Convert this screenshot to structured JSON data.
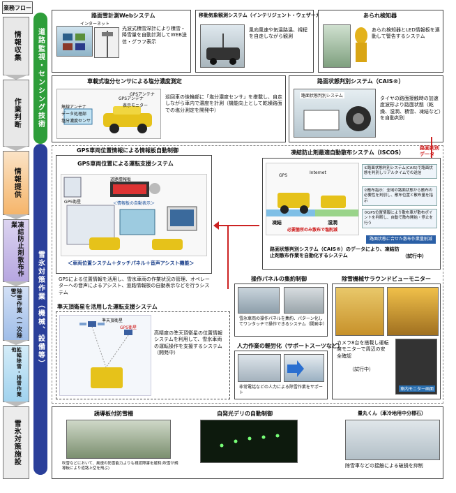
{
  "flow_header": "業務フロー",
  "stages": [
    "情報収集",
    "作業判断",
    "情報提供",
    "凍結防止剤散布作業",
    "除雪作業（一次除雪）",
    "拡幅除雪・排雪作業他",
    "雪氷対策施設"
  ],
  "bars": {
    "sensing": "道路監視・センシング技術",
    "work": "雪氷対策作業（機械、設備等）"
  },
  "road_web": {
    "title": "路面雪計測Webシステム",
    "text": "光波式積雪深計により積雪・降雪量を自動計測してWEB送信・グラフ表示",
    "label": "インターネット"
  },
  "weather_car": {
    "title": "移動気象観測システム（インテリジェント・ウェザーカー）",
    "text": "風向風速や気温路温、視程を自走しながら観測"
  },
  "hail": {
    "title": "あられ検知器",
    "text": "あられ検知器とLED情報板を連動して警告するシステム"
  },
  "salt": {
    "title": "車載式塩分センサによる塩分濃度測定",
    "text": "巡回車の後輪部に「塩分濃度センサ」を搭載し、自走しながら車内で濃度を計測（機能向上として乾燥路面での塩分測定を開発中）",
    "labels": [
      "無線アンテナ",
      "GPSアンテナ",
      "データ処理部",
      "塩分濃度センサ",
      "GPSアンテナ",
      "表示モニター"
    ]
  },
  "caisys": {
    "title": "路面状態判別システム（CAIS®）",
    "text": "タイヤの路面接触時の加速度波形より路面状態（乾燥、湿潤、積雪、凍結など）を自動判別",
    "panel_label": "路面状態判別システム"
  },
  "gps_outer_title": "GPS車両位置情報による情報板自動制御",
  "gps": {
    "title": "GPS車両位置による運転支援システム",
    "board_label": "道路情報板",
    "auto_display": "＜情報板の自動表示＞",
    "gps_label": "GPS衛星",
    "caption": "＜車両位置システム＋タッチパネル＋音声アシスト機能＞",
    "text": "GPSによる位置情報を活用し、雪氷車両の作業状況の管理、オペレーターへの音声によるアシスト、道路情報板の自動表示などを行うシステム"
  },
  "road_judge_label": "路面判別データ",
  "iscos": {
    "title": "凍結防止剤最適自動散布システム（ISCOS）",
    "gps": "GPS",
    "internet": "Internet",
    "frozen": "凍結",
    "wet": "湿潤",
    "note": "必要箇所のみ散布で塩削減",
    "steps": [
      "①路面状態判別システム(CAIS)で路面状態を判別しリアルタイムでの送信",
      "②散布指示：全域の路面状態から散布の必要性を判別し、散布位置と散布量を指示",
      "③GPS位置情報により散布車が散布ポイントを判断し、自動で散布開始・停止を行う"
    ],
    "saving": "路面状態に合せた散布作業量削減",
    "text": "路面状態判別システム（CAIS®）のデータにより、凍結防止剤散布作業を自動化するシステム",
    "trial": "（試行中）"
  },
  "panel": {
    "title": "操作パネルの集約制御",
    "text": "雪氷車両の操作パネルを集約、パターン化してワンタッチで操作できるシステム（開発中）"
  },
  "snow_monitor": {
    "title": "除雪機械サラウンドビューモニター",
    "text": "カメラ8台を搭載し運転席モニターで周辺の安全確認",
    "trial": "（試行中）",
    "monitor_label": "車内モニター画面"
  },
  "satellite": {
    "title": "準天頂衛星を活用した運転支援システム",
    "sat1": "準天頂衛星",
    "sat2": "GPS衛星",
    "text": "高精度の準天頂衛星の位置情報システムを利用して、雪氷車両の運転操作を支援するシステム（開発中）"
  },
  "support": {
    "title": "人力作業の軽労化（サポートスーツなど）",
    "text": "非常電話などの人力による除雪作業をサポート"
  },
  "fence": {
    "title": "誘導板付防雪柵",
    "text": "吹雪などにおいて、風速の防雪能力よりも視認障害を緩和(吹雪が誘導板により道路上空を飛ぶ)"
  },
  "light": {
    "title": "自発光デリの自動制御"
  },
  "marker": {
    "title": "量丸くん（車冷地用中分標石）",
    "text": "除雪車などの接触による破損を抑制"
  },
  "colors": {
    "sensing_bar": "#2e9e3a",
    "work_bar": "#2a3f9a",
    "accent_red": "#cc2222"
  }
}
